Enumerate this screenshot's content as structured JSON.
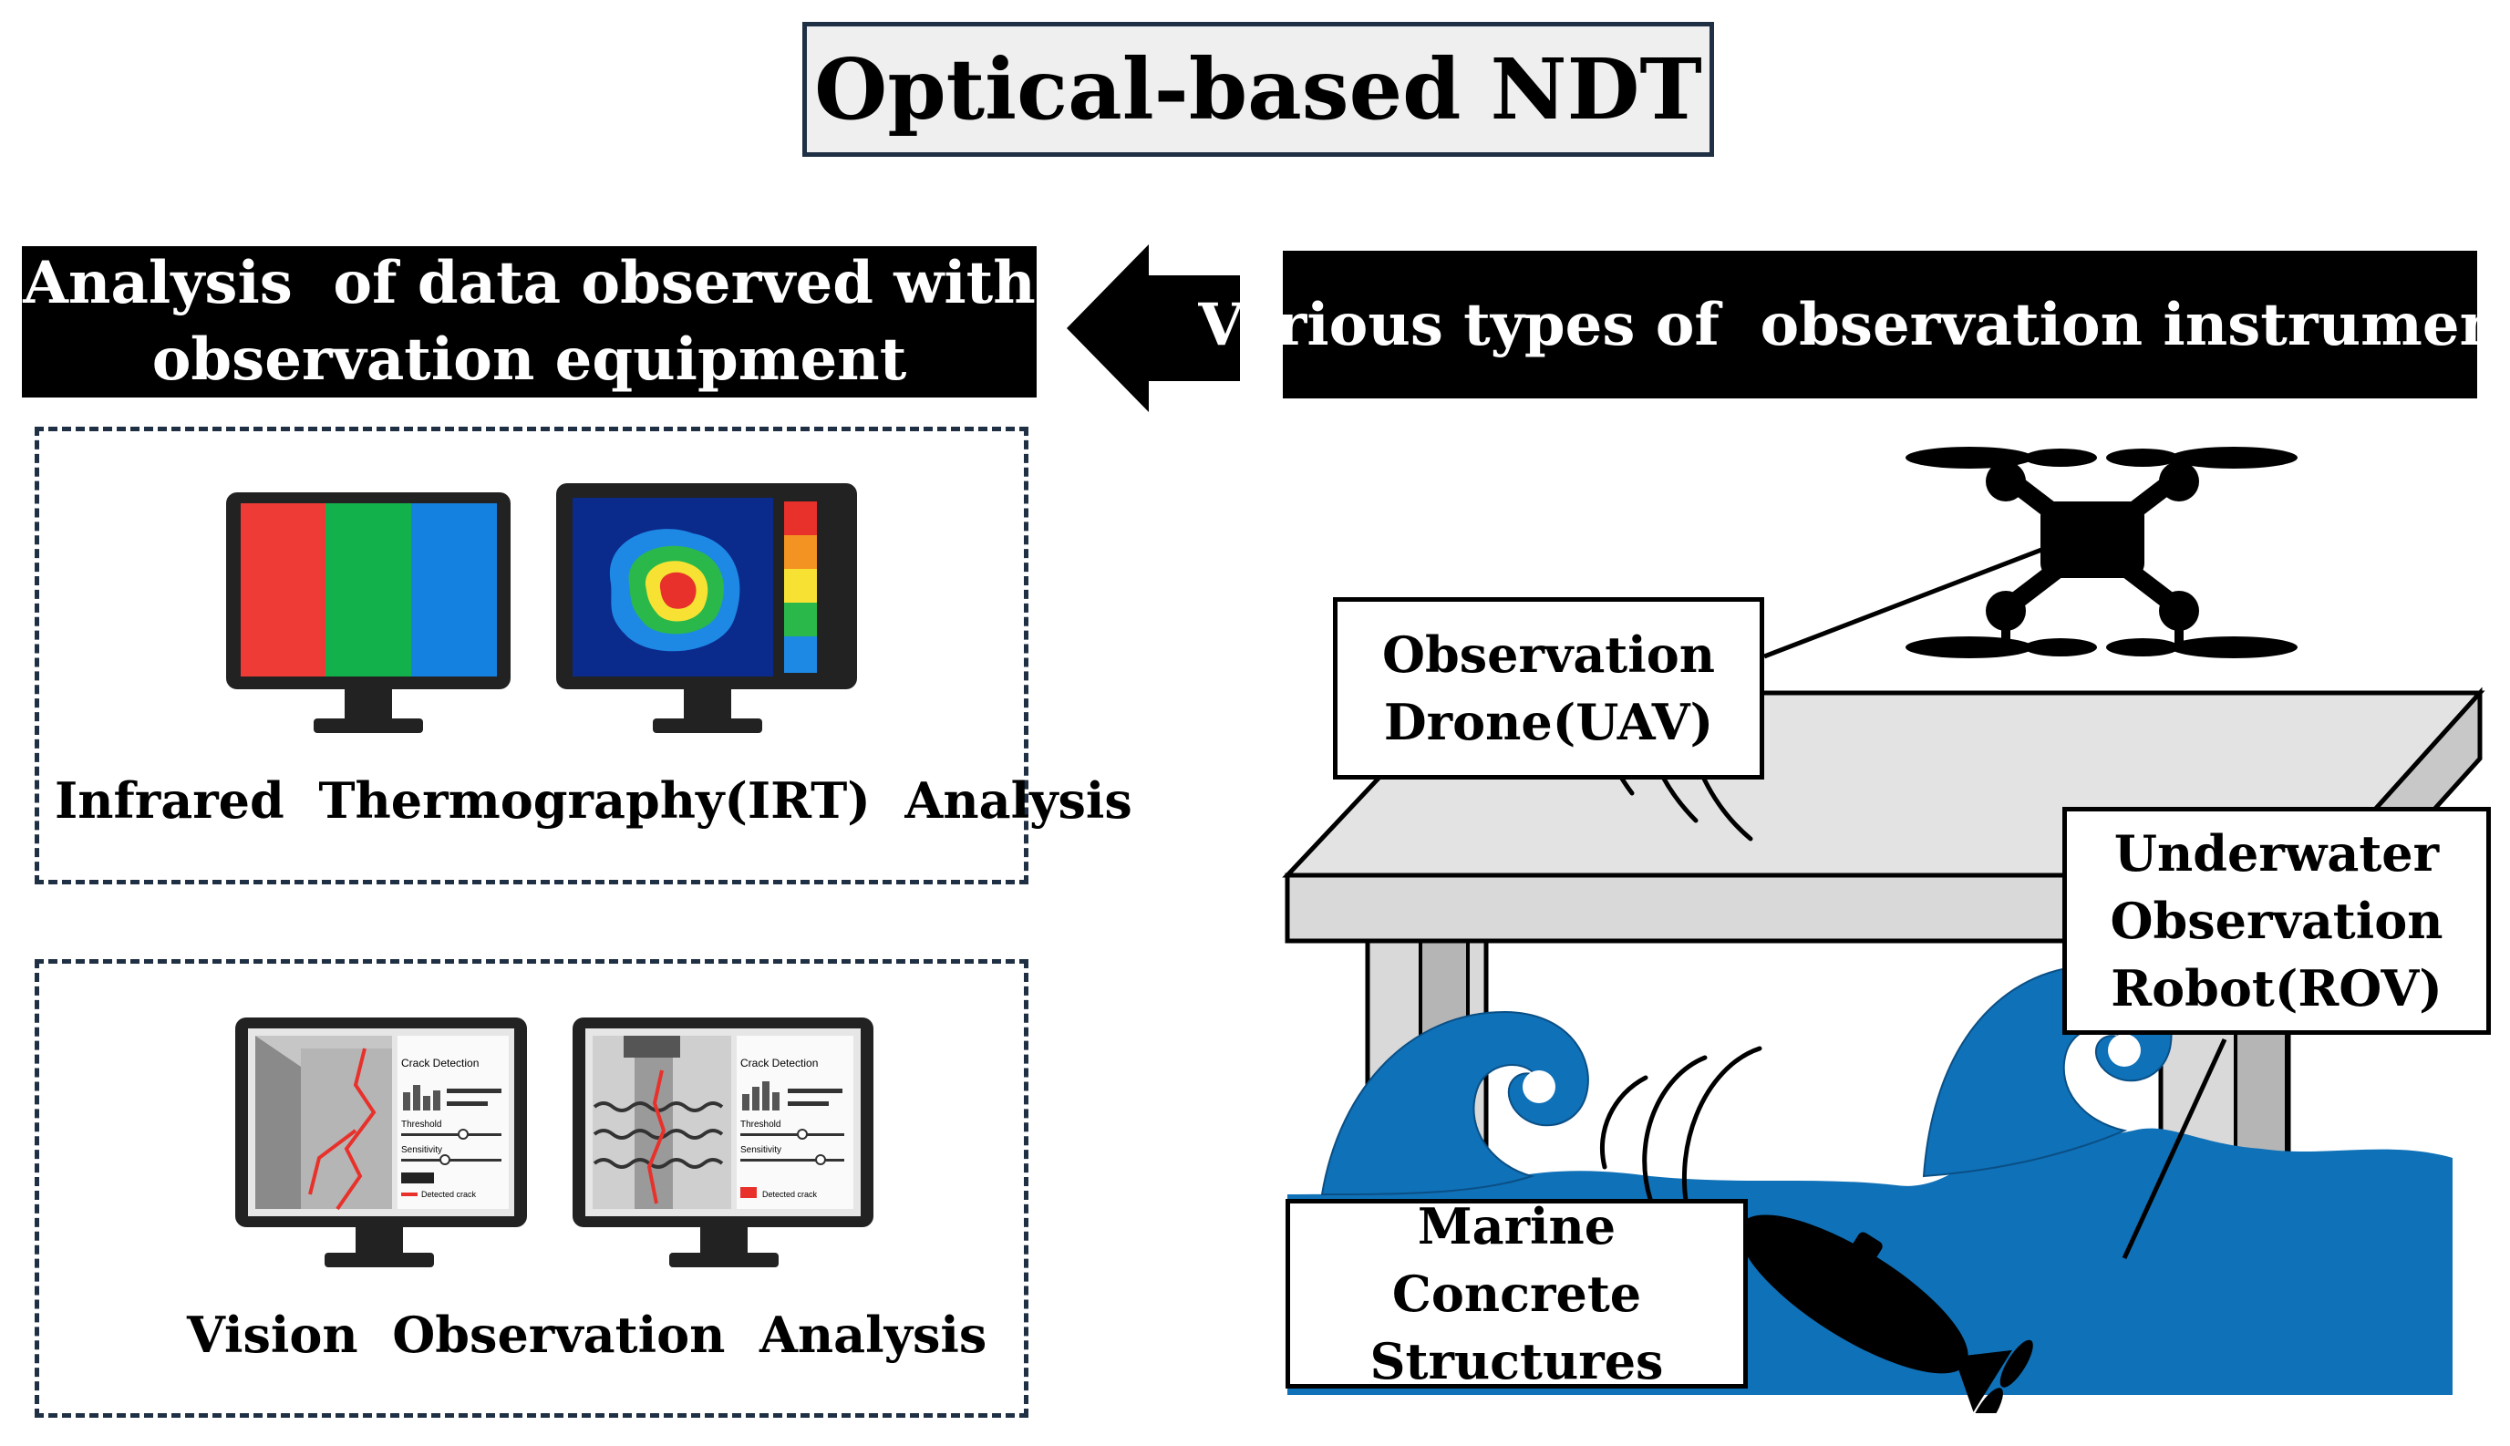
{
  "title": "Optical-based NDT",
  "left_header": {
    "line1": "Analysis  of data observed with",
    "line2": "observation equipment"
  },
  "right_header": "Various types of  observation instruments",
  "irt_box": {
    "label": "Infrared  Thermography(IRT)  Analysis",
    "monitor1_colors": [
      "#ef3b36",
      "#12b14b",
      "#1480e0"
    ],
    "heatmap_colors": [
      "#0a2a8c",
      "#1e88e5",
      "#2ab84a",
      "#f7e233",
      "#f39321",
      "#e8312b"
    ]
  },
  "vision_box": {
    "label": "Vision  Observation  Analysis",
    "panel_title": "Crack Detection",
    "threshold_label": "Threshold",
    "sensitivity_label": "Sensitivity",
    "legend_label": "Detected crack"
  },
  "callouts": {
    "drone_line1": "Observation",
    "drone_line2": "Drone(UAV)",
    "rov_line1": "Underwater",
    "rov_line2": "Observation",
    "rov_line3": "Robot(ROV)",
    "marine_line1": "Marine Concrete",
    "marine_line2": "Structures"
  },
  "colors": {
    "sea": "#0f71b8",
    "concrete": "#d9d9d9",
    "frame": "#1f2f44"
  }
}
